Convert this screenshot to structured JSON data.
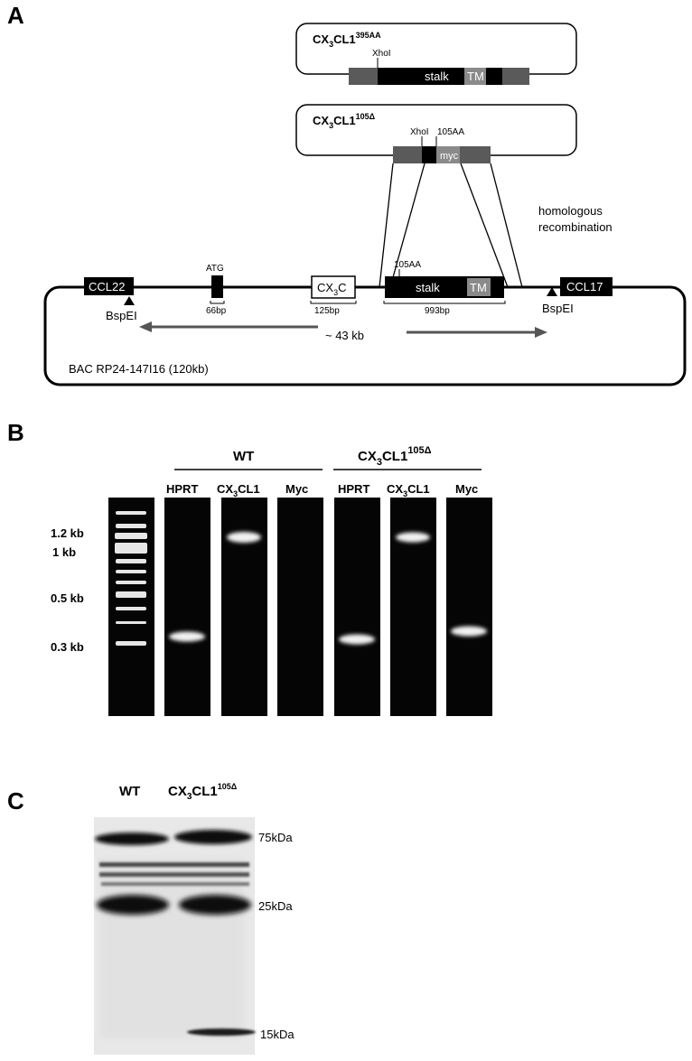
{
  "panels": {
    "a": "A",
    "b": "B",
    "c": "C"
  },
  "panel_a": {
    "construct_395": {
      "name_main": "CX",
      "name_sub": "3",
      "name_rest": "CL1",
      "name_sup": "395AA",
      "site": "XhoI",
      "stalk": "stalk",
      "tm": "TM"
    },
    "construct_105": {
      "name_main": "CX",
      "name_sub": "3",
      "name_rest": "CL1",
      "name_sup": "105Δ",
      "site": "XhoI",
      "aa_label": "105AA",
      "myc": "myc"
    },
    "homologous": {
      "line1": "homologous",
      "line2": "recombination"
    },
    "bac": {
      "ccl22": "CCL22",
      "ccl17": "CCL17",
      "atg": "ATG",
      "exon1_size": "66bp",
      "cx3c_main": "CX",
      "cx3c_sub": "3",
      "cx3c_rest": "C",
      "cx3c_size": "125bp",
      "aa_label": "105AA",
      "stalk": "stalk",
      "tm": "TM",
      "stalk_size": "993bp",
      "bspei_left": "BspEI",
      "bspei_right": "BspEI",
      "distance": "~ 43 kb",
      "name": "BAC RP24-147I16 (120kb)"
    }
  },
  "panel_b": {
    "wt": "WT",
    "mut_main": "CX",
    "mut_sub": "3",
    "mut_rest": "CL1",
    "mut_sup": "105Δ",
    "lanes": [
      {
        "label": "HPRT"
      },
      {
        "label_main": "CX",
        "label_sub": "3",
        "label_rest": "CL1"
      },
      {
        "label": "Myc"
      },
      {
        "label": "HPRT"
      },
      {
        "label_main": "CX",
        "label_sub": "3",
        "label_rest": "CL1"
      },
      {
        "label": "Myc"
      }
    ],
    "size_markers": [
      "1.2 kb",
      "1  kb",
      "0.5  kb",
      "0.3  kb"
    ]
  },
  "panel_c": {
    "wt": "WT",
    "mut_main": "CX",
    "mut_sub": "3",
    "mut_rest": "CL1",
    "mut_sup": "105Δ",
    "markers": [
      "75kDa",
      "25kDa",
      "15kDa"
    ]
  },
  "colors": {
    "gel_bg": "#050505",
    "band": "#f2f2f2",
    "arm_grey": "#5a5a5a",
    "tm_grey": "#8a8a8a",
    "arrow_grey": "#555555"
  }
}
